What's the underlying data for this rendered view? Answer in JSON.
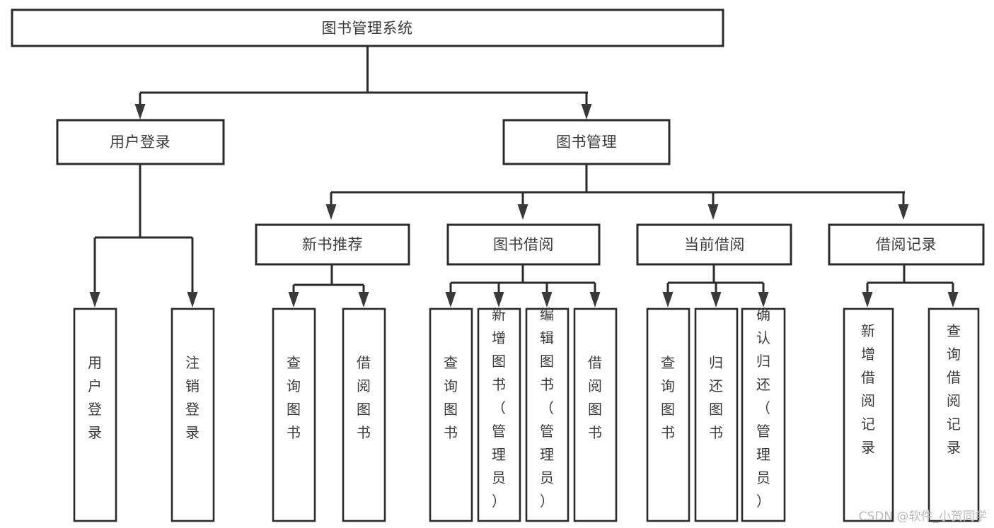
{
  "diagram": {
    "type": "tree",
    "orientation": "top-down",
    "title": "图书管理系统",
    "colors": {
      "box_stroke": "#2b2b2b",
      "box_fill": "#ffffff",
      "connector": "#2b2b2b",
      "arrow": "#3a3a3a",
      "text": "#3b3b3b",
      "watermark": "#b9b9b9",
      "background": "#ffffff"
    },
    "root": {
      "label": "图书管理系统",
      "name": "node-root-system"
    },
    "level2": [
      {
        "label": "用户登录",
        "name": "node-user-login"
      },
      {
        "label": "图书管理",
        "name": "node-book-management"
      }
    ],
    "level3": [
      {
        "label": "新书推荐",
        "name": "node-new-book-recommend"
      },
      {
        "label": "图书借阅",
        "name": "node-book-borrow"
      },
      {
        "label": "当前借阅",
        "name": "node-current-borrow"
      },
      {
        "label": "借阅记录",
        "name": "node-borrow-record"
      }
    ],
    "leaves": {
      "user_login": [
        {
          "label": "用户登录",
          "name": "leaf-user-login"
        },
        {
          "label": "注销登录",
          "name": "leaf-logout"
        }
      ],
      "new_book_recommend": [
        {
          "label": "查询图书",
          "name": "leaf-query-book-recommend"
        },
        {
          "label": "借阅图书",
          "name": "leaf-borrow-book-recommend"
        }
      ],
      "book_borrow": [
        {
          "label": "查询图书",
          "name": "leaf-query-book-borrow"
        },
        {
          "label": "新增图书（管理员）",
          "name": "leaf-add-book-admin"
        },
        {
          "label": "编辑图书（管理员）",
          "name": "leaf-edit-book-admin"
        },
        {
          "label": "借阅图书",
          "name": "leaf-borrow-book"
        }
      ],
      "current_borrow": [
        {
          "label": "查询图书",
          "name": "leaf-query-book-current"
        },
        {
          "label": "归还图书",
          "name": "leaf-return-book"
        },
        {
          "label": "确认归还（管理员）",
          "name": "leaf-confirm-return-admin"
        }
      ],
      "borrow_record": [
        {
          "label": "新增借阅记录",
          "name": "leaf-add-borrow-record"
        },
        {
          "label": "查询借阅记录",
          "name": "leaf-query-borrow-record"
        }
      ]
    }
  },
  "watermark": {
    "text": "CSDN @软件_小贺同学"
  }
}
